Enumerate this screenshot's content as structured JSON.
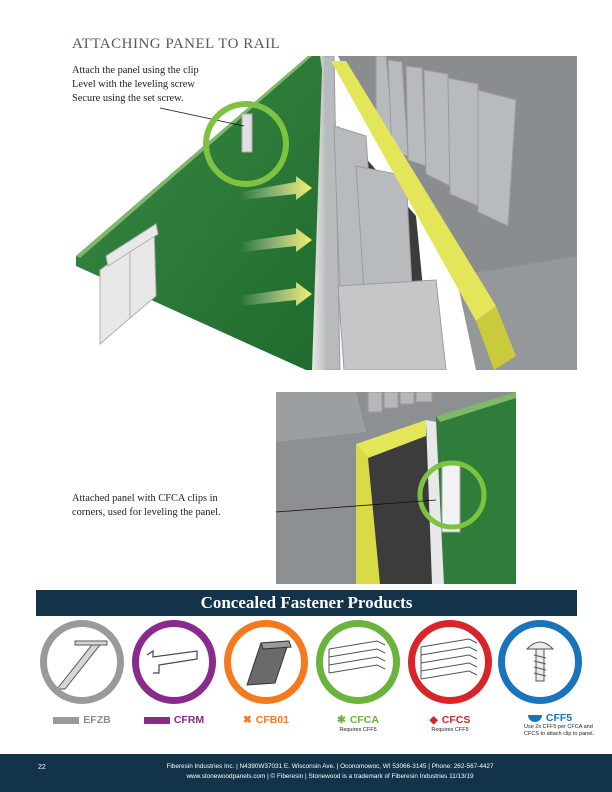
{
  "page": {
    "title": "ATTACHING PANEL TO RAIL",
    "intro_lines": [
      "Attach the panel using the clip",
      "Level with the leveling screw",
      "Secure using the set screw."
    ],
    "caption_lines": [
      "Attached panel with CFCA clips in",
      "corners, used for leveling the panel."
    ]
  },
  "section": {
    "title": "Concealed Fastener Products"
  },
  "products": [
    {
      "code": "EFZB",
      "color": "#9a9a9a",
      "mark": "bar",
      "note": ""
    },
    {
      "code": "CFRM",
      "color": "#8a2a8c",
      "mark": "bar",
      "note": ""
    },
    {
      "code": "CFB01",
      "color": "#f47a20",
      "mark": "✖",
      "note": ""
    },
    {
      "code": "CFCA",
      "color": "#6ab43e",
      "mark": "✱",
      "note": "Requires CFF5"
    },
    {
      "code": "CFCS",
      "color": "#d9252a",
      "mark": "◆",
      "note": "Requires CFF5"
    },
    {
      "code": "CFF5",
      "color": "#1a74bb",
      "mark": "half",
      "note": "Use 2x CFF5 per CFCA and CFCS to attach clip to panel."
    }
  ],
  "colors": {
    "navy": "#123349",
    "panel_green": "#2f7d3a",
    "highlight_green": "#7ec242",
    "arrow_yellow": "#f2ee6a",
    "rail_yellow": "#e4e65a"
  },
  "footer": {
    "page_number": "22",
    "line1": "Fiberesin Industries Inc. | N4390W37031 E. Wisconsin Ave. | Oconomowoc, WI 53066-3145 | Phone: 262-567-4427",
    "line2": "www.stonewoodpanels.com | © Fiberesin | Stonewood is a trademark of Fiberesin Industries 11/13/19"
  }
}
